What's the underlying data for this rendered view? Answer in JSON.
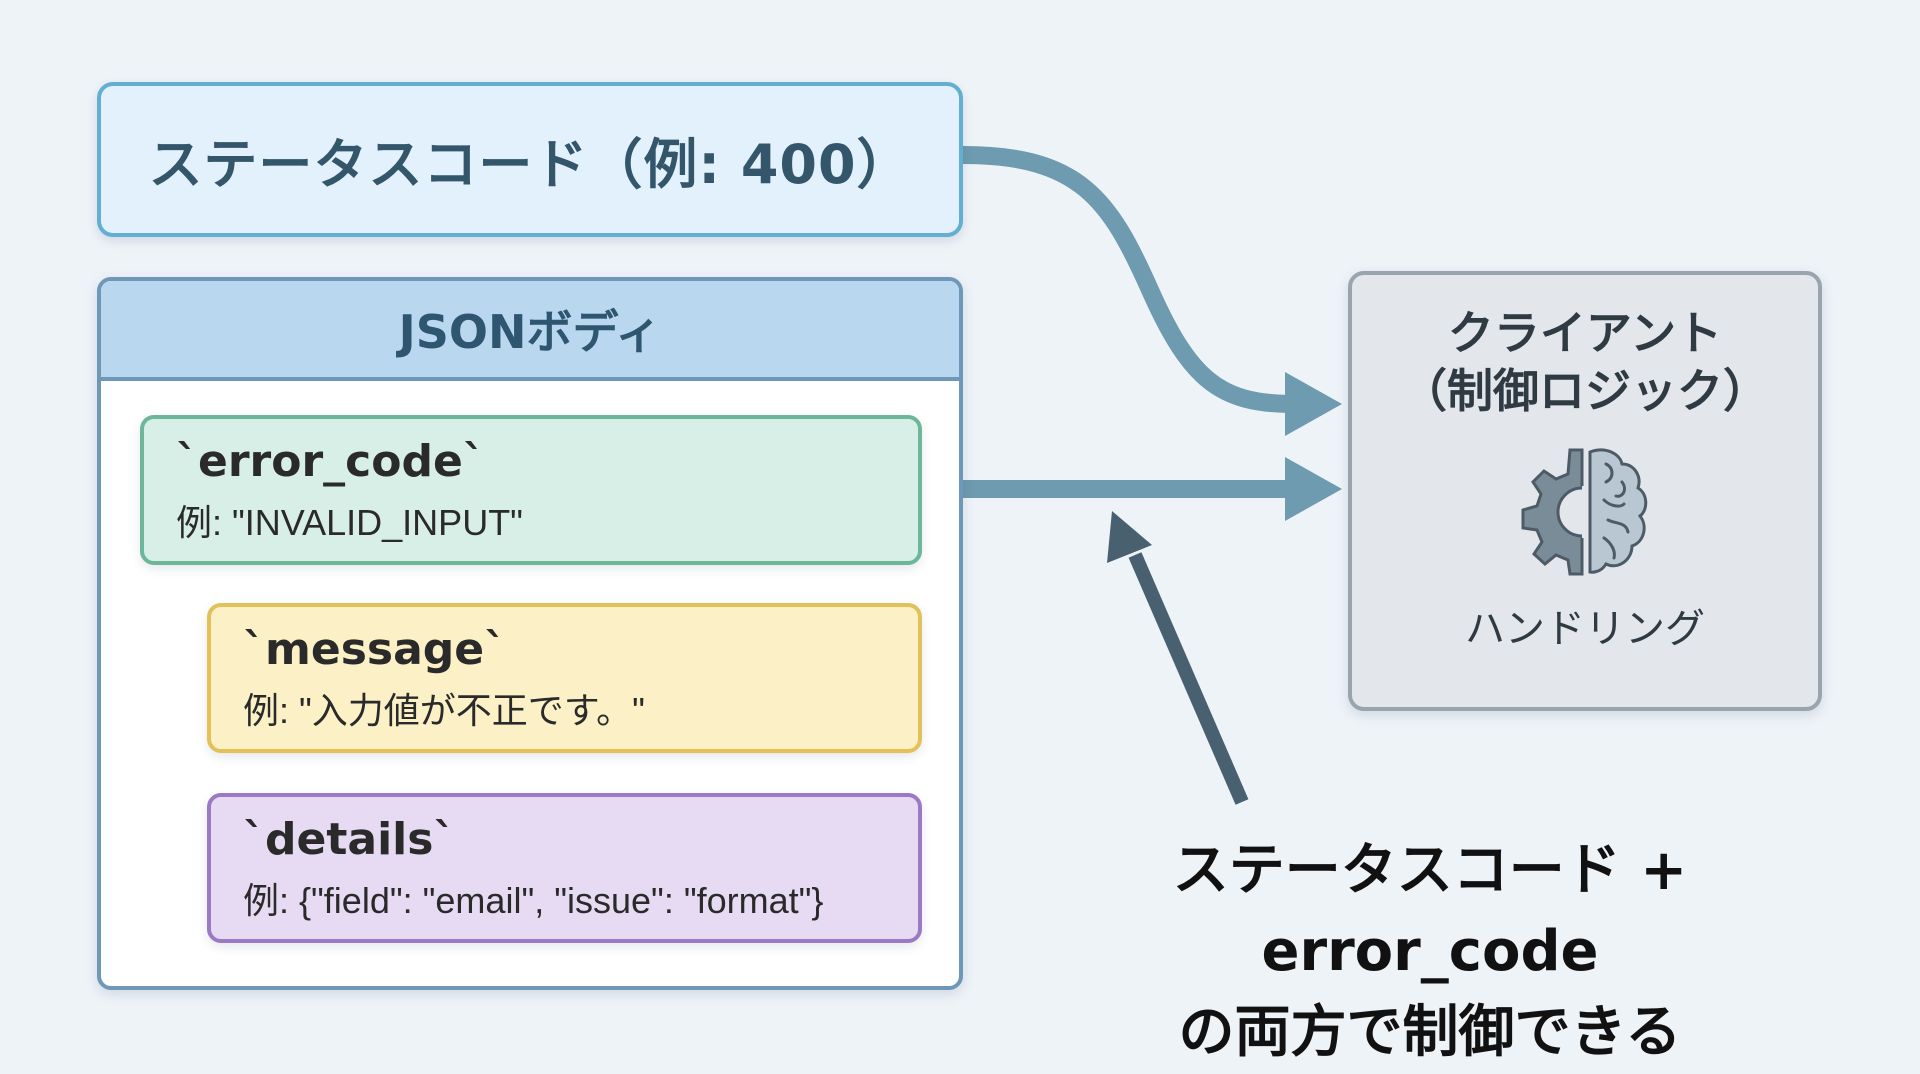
{
  "status_box": {
    "label": "ステータスコード（例: 400）"
  },
  "json_body": {
    "header": "JSONボディ",
    "fields": [
      {
        "name": "`error_code`",
        "example": "例: \"INVALID_INPUT\"",
        "color": "#6cb79a"
      },
      {
        "name": "`message`",
        "example": "例: \"入力値が不正です。\"",
        "color": "#e1c158"
      },
      {
        "name": "`details`",
        "example": "例: {\"field\": \"email\", \"issue\": \"format\"}",
        "color": "#9b79c4"
      }
    ]
  },
  "client": {
    "title_line1": "クライアント",
    "title_line2": "（制御ロジック）",
    "icon": "gear-brain-icon",
    "subtitle": "ハンドリング"
  },
  "conclusion": {
    "line1": "ステータスコード + error_code",
    "line2": "の両方で制御できる"
  },
  "colors": {
    "arrow": "#6e9bb0",
    "conclusion_arrow": "#48606f",
    "tree_line": "#7f97a8"
  }
}
